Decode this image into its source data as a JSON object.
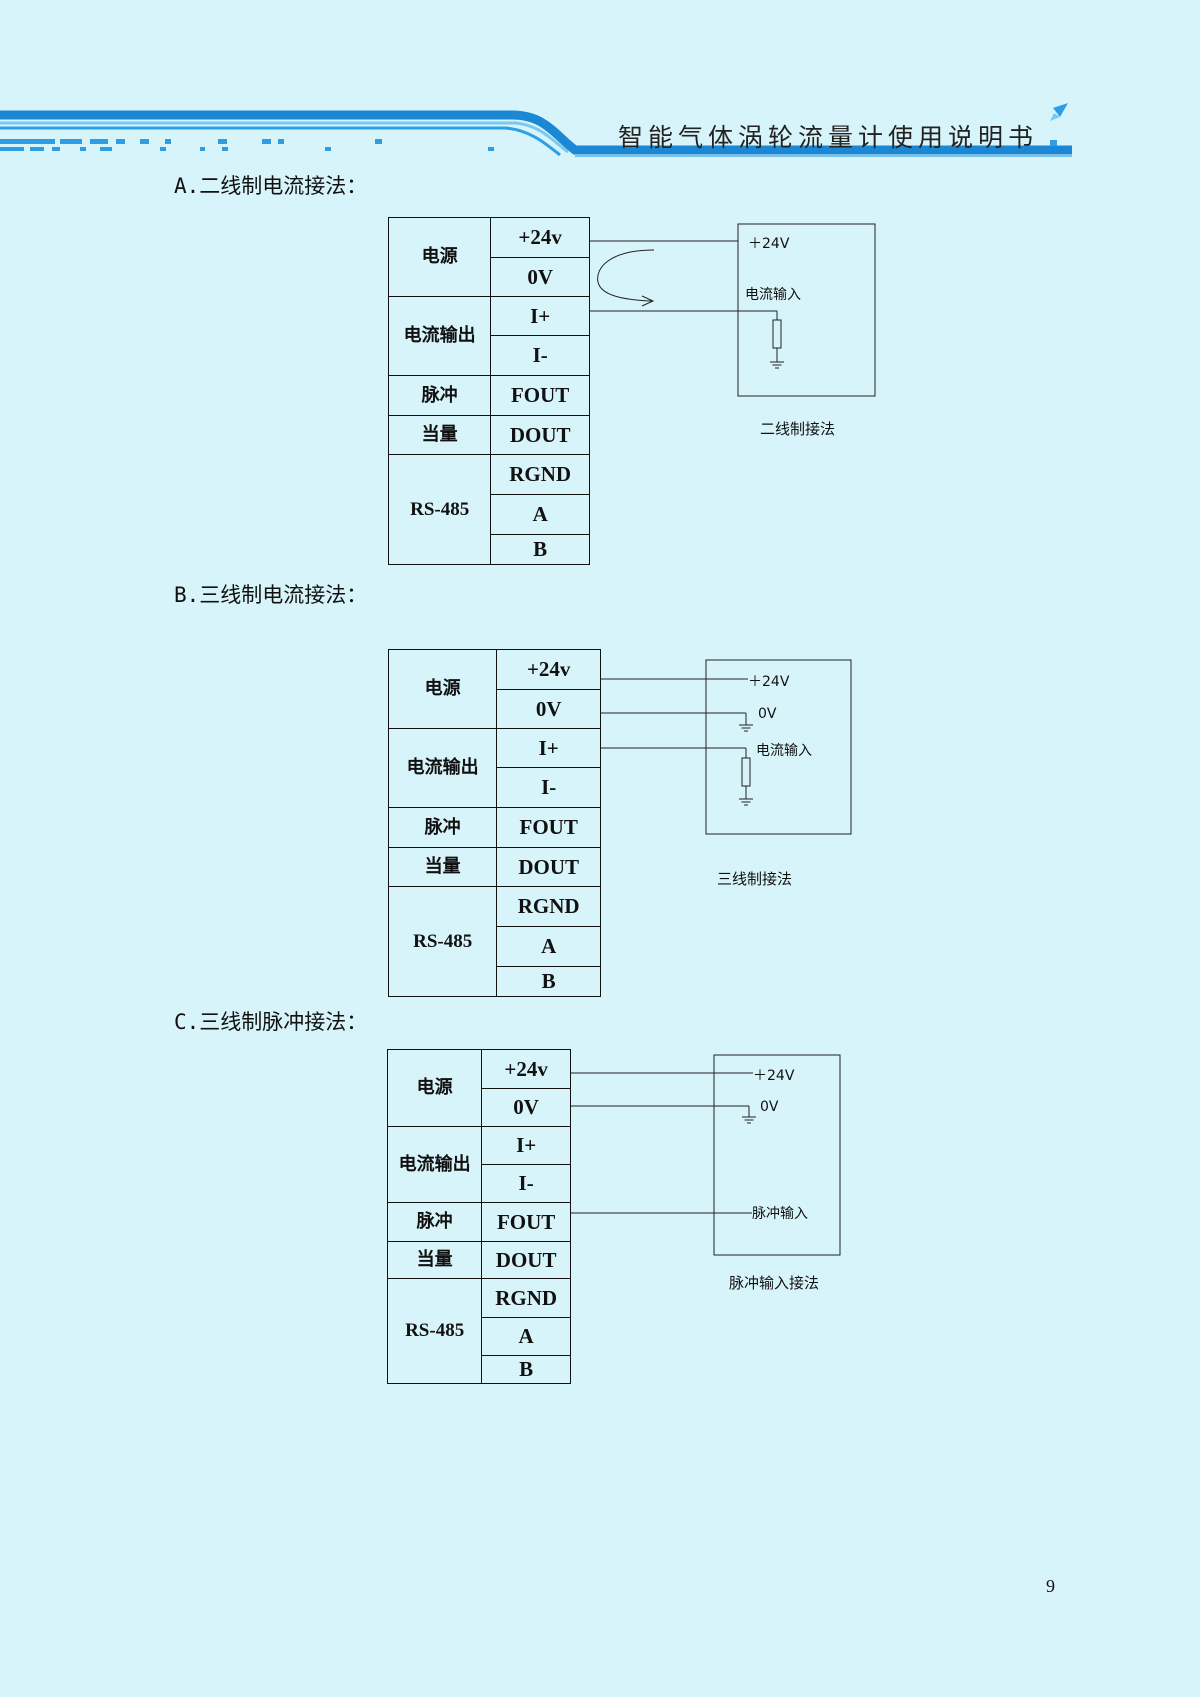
{
  "header": {
    "title": "智能气体涡轮流量计使用说明书",
    "accent": "#1e8fd8"
  },
  "page_number": "9",
  "sections": [
    {
      "title": "A.二线制电流接法：",
      "table": {
        "power": "电源",
        "current_out": "电流输出",
        "pulse": "脉冲",
        "equiv": "当量",
        "rs485": "RS-485",
        "t24": "+24v",
        "t0v": "0V",
        "tip": "I+",
        "tim": "I-",
        "fout": "FOUT",
        "dout": "DOUT",
        "rgnd": "RGND",
        "ta": "A",
        "tb": "B"
      },
      "device": {
        "v24": "＋24V",
        "current_in": "电流输入"
      },
      "caption": "二线制接法"
    },
    {
      "title": "B.三线制电流接法：",
      "table": {
        "power": "电源",
        "current_out": "电流输出",
        "pulse": "脉冲",
        "equiv": "当量",
        "rs485": "RS-485",
        "t24": "+24v",
        "t0v": "0V",
        "tip": "I+",
        "tim": "I-",
        "fout": "FOUT",
        "dout": "DOUT",
        "rgnd": "RGND",
        "ta": "A",
        "tb": "B"
      },
      "device": {
        "v24": "＋24V",
        "v0": "0V",
        "current_in": "电流输入"
      },
      "caption": "三线制接法"
    },
    {
      "title": "C.三线制脉冲接法：",
      "table": {
        "power": "电源",
        "current_out": "电流输出",
        "pulse": "脉冲",
        "equiv": "当量",
        "rs485": "RS-485",
        "t24": "+24v",
        "t0v": "0V",
        "tip": "I+",
        "tim": "I-",
        "fout": "FOUT",
        "dout": "DOUT",
        "rgnd": "RGND",
        "ta": "A",
        "tb": "B"
      },
      "device": {
        "v24": "＋24V",
        "v0": "0V",
        "pulse_in": "脉冲输入"
      },
      "caption": "脉冲输入接法"
    }
  ]
}
